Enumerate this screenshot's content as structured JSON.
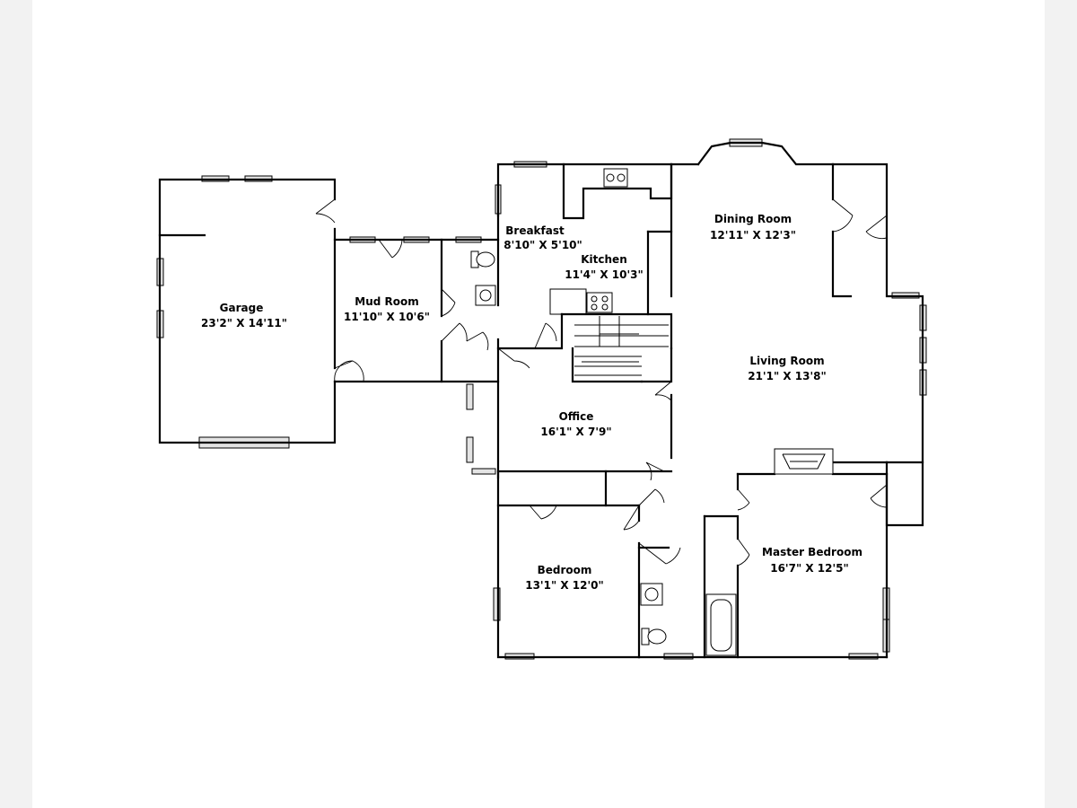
{
  "floor_plan": {
    "rooms": [
      {
        "id": "garage",
        "name": "Garage",
        "dims": "23'2\" X 14'11\""
      },
      {
        "id": "mud-room",
        "name": "Mud Room",
        "dims": "11'10\" X 10'6\""
      },
      {
        "id": "breakfast",
        "name": "Breakfast",
        "dims": "8'10\" X 5'10\""
      },
      {
        "id": "kitchen",
        "name": "Kitchen",
        "dims": "11'4\" X 10'3\""
      },
      {
        "id": "dining-room",
        "name": "Dining Room",
        "dims": "12'11\" X 12'3\""
      },
      {
        "id": "living-room",
        "name": "Living Room",
        "dims": "21'1\" X 13'8\""
      },
      {
        "id": "office",
        "name": "Office",
        "dims": "16'1\" X 7'9\""
      },
      {
        "id": "bedroom",
        "name": "Bedroom",
        "dims": "13'1\" X 12'0\""
      },
      {
        "id": "master-bedroom",
        "name": "Master Bedroom",
        "dims": "16'7\" X 12'5\""
      }
    ]
  }
}
